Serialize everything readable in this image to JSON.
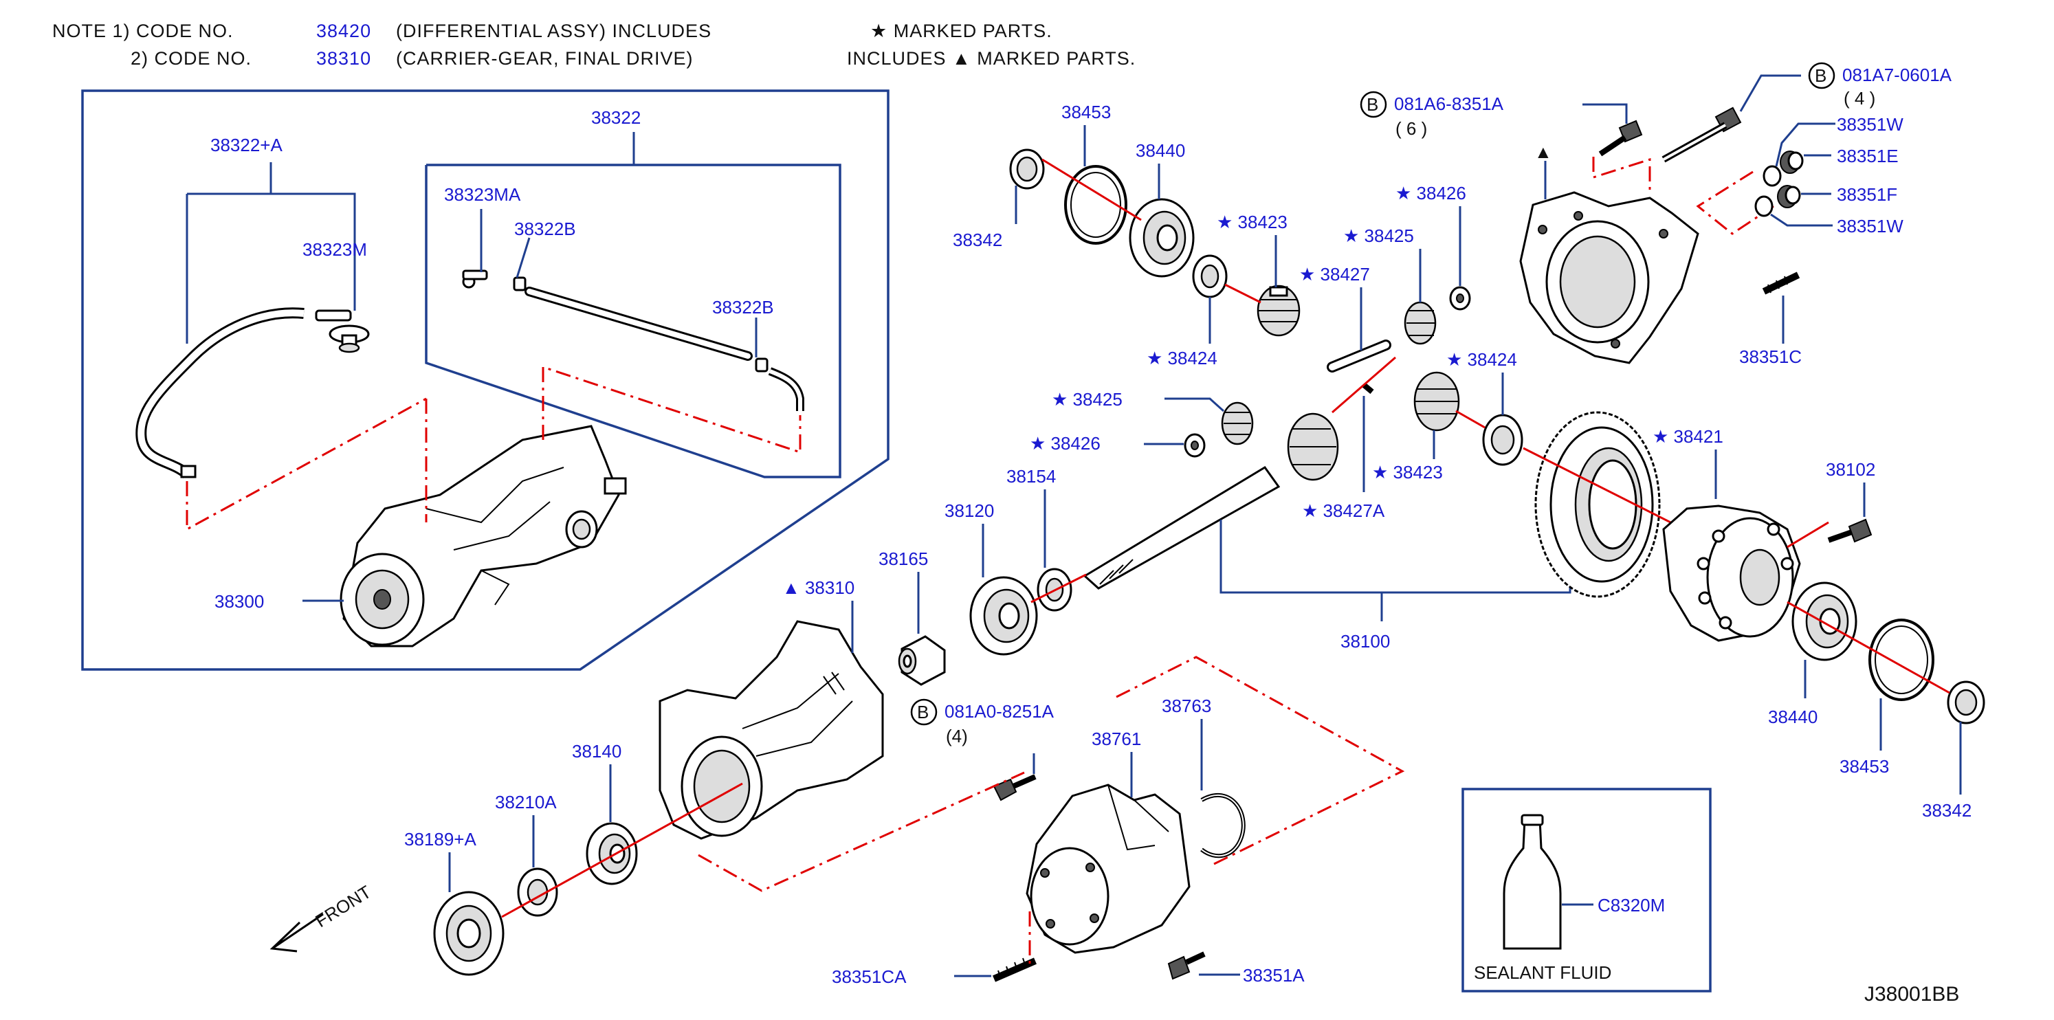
{
  "notes": {
    "line1": {
      "prefix": "NOTE  1)  CODE  NO.",
      "code": "38420",
      "text": "(DIFFERENTIAL  ASSY)  INCLUDES",
      "marker": "★ MARKED  PARTS."
    },
    "line2": {
      "prefix": "2)  CODE  NO.",
      "code": "38310",
      "text": "(CARRIER-GEAR,  FINAL  DRIVE)",
      "marker": "INCLUDES ▲  MARKED  PARTS."
    }
  },
  "bolt_callouts": [
    {
      "letter": "B",
      "code": "081A6-8351A",
      "qty": "( 6 )"
    },
    {
      "letter": "B",
      "code": "081A7-0601A",
      "qty": "( 4 )"
    },
    {
      "letter": "B",
      "code": "081A0-8251A",
      "qty": "(4)"
    }
  ],
  "labels": {
    "p38322a": "38322+A",
    "p38322": "38322",
    "p38323ma": "38323MA",
    "p38322b_1": "38322B",
    "p38323m": "38323M",
    "p38322b_2": "38322B",
    "p38300": "38300",
    "p38453_top": "38453",
    "p38440_top": "38440",
    "p38342_top": "38342",
    "p38423_top": "★ 38423",
    "p38426_top": "★ 38426",
    "p38425_top": "★ 38425",
    "p38427": "★ 38427",
    "p38424_left": "★ 38424",
    "p38424_right": "★ 38424",
    "p38425_left": "★ 38425",
    "p38426_left": "★ 38426",
    "p38423_bottom": "★ 38423",
    "p38427a": "★ 38427A",
    "p38421": "★ 38421",
    "p38102": "38102",
    "p38351w_1": "38351W",
    "p38351e": "38351E",
    "p38351f": "38351F",
    "p38351w_2": "38351W",
    "p38351c": "38351C",
    "p38154": "38154",
    "p38120": "38120",
    "p38165": "38165",
    "p38310": "▲ 38310",
    "p38100": "38100",
    "p38440_right": "38440",
    "p38453_right": "38453",
    "p38342_right": "38342",
    "p38140": "38140",
    "p38210a": "38210A",
    "p38189a": "38189+A",
    "p38761": "38761",
    "p38763": "38763",
    "p38351ca": "38351CA",
    "p38351a": "38351A",
    "pc8320m": "C8320M"
  },
  "front_label": "FRONT",
  "sealant_label": "SEALANT  FLUID",
  "diagram_id": "J38001BB",
  "colors": {
    "label": "#1a1ad0",
    "frame": "#1f3f8f",
    "phantom_line": "#e00000",
    "ink": "#111111"
  }
}
